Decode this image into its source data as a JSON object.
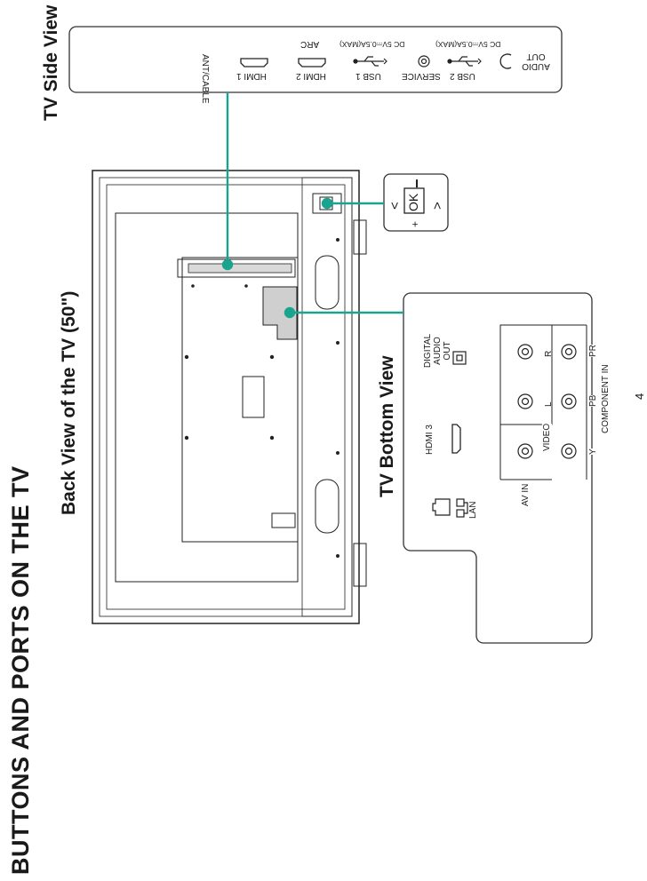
{
  "page_title": "BUTTONS AND PORTS ON THE TV",
  "back_view_title": "Back View of the TV (50\")",
  "side_view": {
    "title": "TV Side View",
    "ports": {
      "audio_out": "AUDIO OUT",
      "usb2": "USB 2",
      "usb2_rating": "DC 5V⎓0.5A(MAX)",
      "service": "SERVICE",
      "usb1": "USB 1",
      "usb1_rating": "DC 5V⎓0.5A(MAX)",
      "hdmi2": "HDMI 2",
      "arc": "ARC",
      "hdmi1": "HDMI 1",
      "ant_cable": "ANT/CABLE"
    }
  },
  "control": {
    "ok": "OK",
    "minus": "−",
    "plus": "+",
    "left": "<",
    "right": ">"
  },
  "bottom_view": {
    "title": "TV Bottom View",
    "ports": {
      "digital_audio_out": "DIGITAL AUDIO OUT",
      "hdmi3": "HDMI 3",
      "lan": "LAN",
      "av_in": "AV IN",
      "video": "VIDEO",
      "component_in": "COMPONENT IN",
      "r": "R",
      "l": "L",
      "pr": "PR",
      "pb": "PB",
      "y": "Y"
    }
  },
  "page_number": "4",
  "colors": {
    "callout": "#1aa38f",
    "line": "#222222"
  }
}
